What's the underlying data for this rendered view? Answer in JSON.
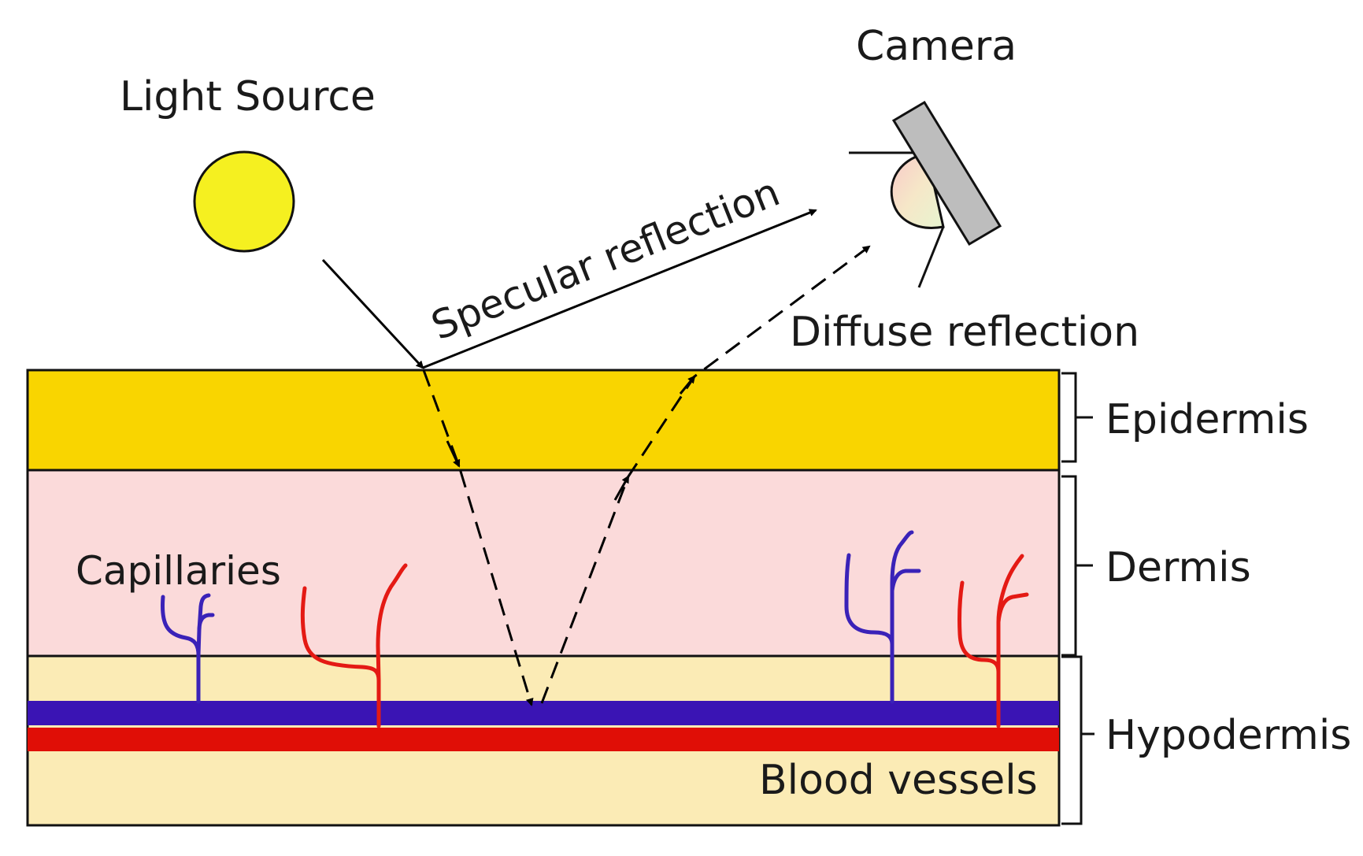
{
  "labels": {
    "light_source": "Light Source",
    "camera": "Camera",
    "specular_reflection": "Specular reflection",
    "diffuse_reflection": "Diffuse reflection",
    "capillaries": "Capillaries",
    "blood_vessels": "Blood vessels"
  },
  "layers": [
    {
      "name": "Epidermis",
      "color": "#f9d500"
    },
    {
      "name": "Dermis",
      "color": "#fbdada"
    },
    {
      "name": "Hypodermis",
      "color": "#fbebb5"
    }
  ],
  "colors": {
    "light_source": "#f5f020",
    "camera_body": "#bdbdbd",
    "vein": "#3a14b4",
    "artery": "#e00e06",
    "capillary_vein": "#3a22b8",
    "capillary_artery": "#e41a14"
  },
  "icons": {
    "light_source": "sun-circle",
    "camera": "camera-lens"
  }
}
